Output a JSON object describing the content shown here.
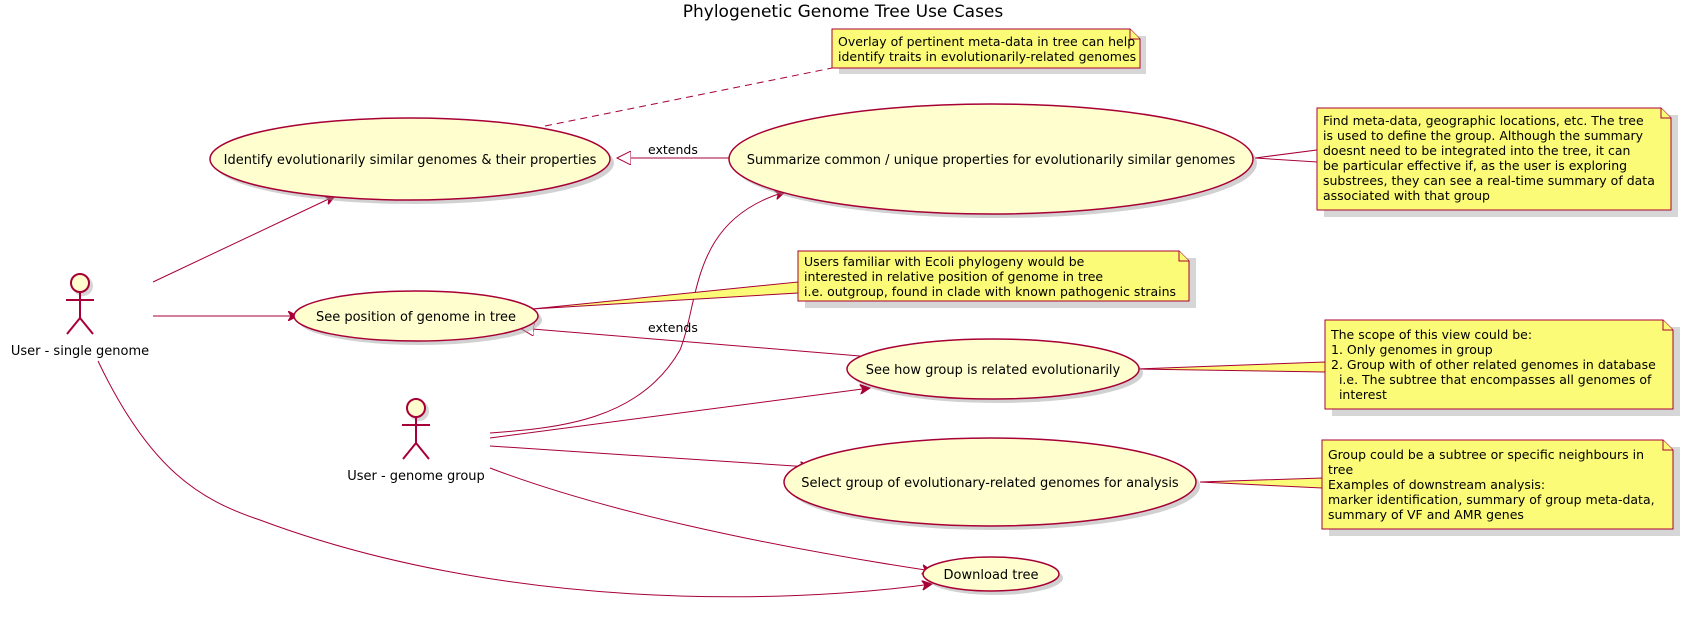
{
  "title": "Phylogenetic Genome Tree Use Cases",
  "colors": {
    "usecase_fill": "#FEFECE",
    "border": "#A80036",
    "note_fill": "#FBFB77"
  },
  "actors": {
    "single": "User - single genome",
    "group": "User - genome group"
  },
  "usecases": {
    "identify": "Identify evolutionarily similar genomes & their properties",
    "summarize": "Summarize common / unique properties for evolutionarily similar genomes",
    "position": "See position of genome in tree",
    "related": "See how group is related evolutionarily",
    "select": "Select group of evolutionary-related genomes for analysis",
    "download": "Download tree"
  },
  "relations": {
    "extends1": "extends",
    "extends2": "extends"
  },
  "notes": {
    "overlay": [
      "Overlay of pertinent meta-data in tree can help",
      "identify traits in evolutionarily-related genomes"
    ],
    "find": [
      "Find meta-data, geographic locations, etc. The tree",
      "is used to define the group. Although the summary",
      "doesnt need to be integrated into the tree, it can",
      "be particular effective if, as the user is exploring",
      "substrees, they can see a real-time summary of data",
      "associated with that group"
    ],
    "ecoli": [
      "Users familiar with Ecoli phylogeny would be",
      "interested in relative position of genome in tree",
      "i.e. outgroup, found in clade with known pathogenic strains"
    ],
    "scope": [
      "The scope of this view could be:",
      "1. Only genomes in group",
      "2. Group with of other related genomes in database",
      "  i.e. The subtree that encompasses all genomes of",
      "  interest"
    ],
    "groupsub": [
      "Group could be a subtree or specific neighbours in",
      "tree",
      "Examples of downstream analysis:",
      "marker identification, summary of group meta-data,",
      "summary of VF and AMR genes"
    ]
  }
}
